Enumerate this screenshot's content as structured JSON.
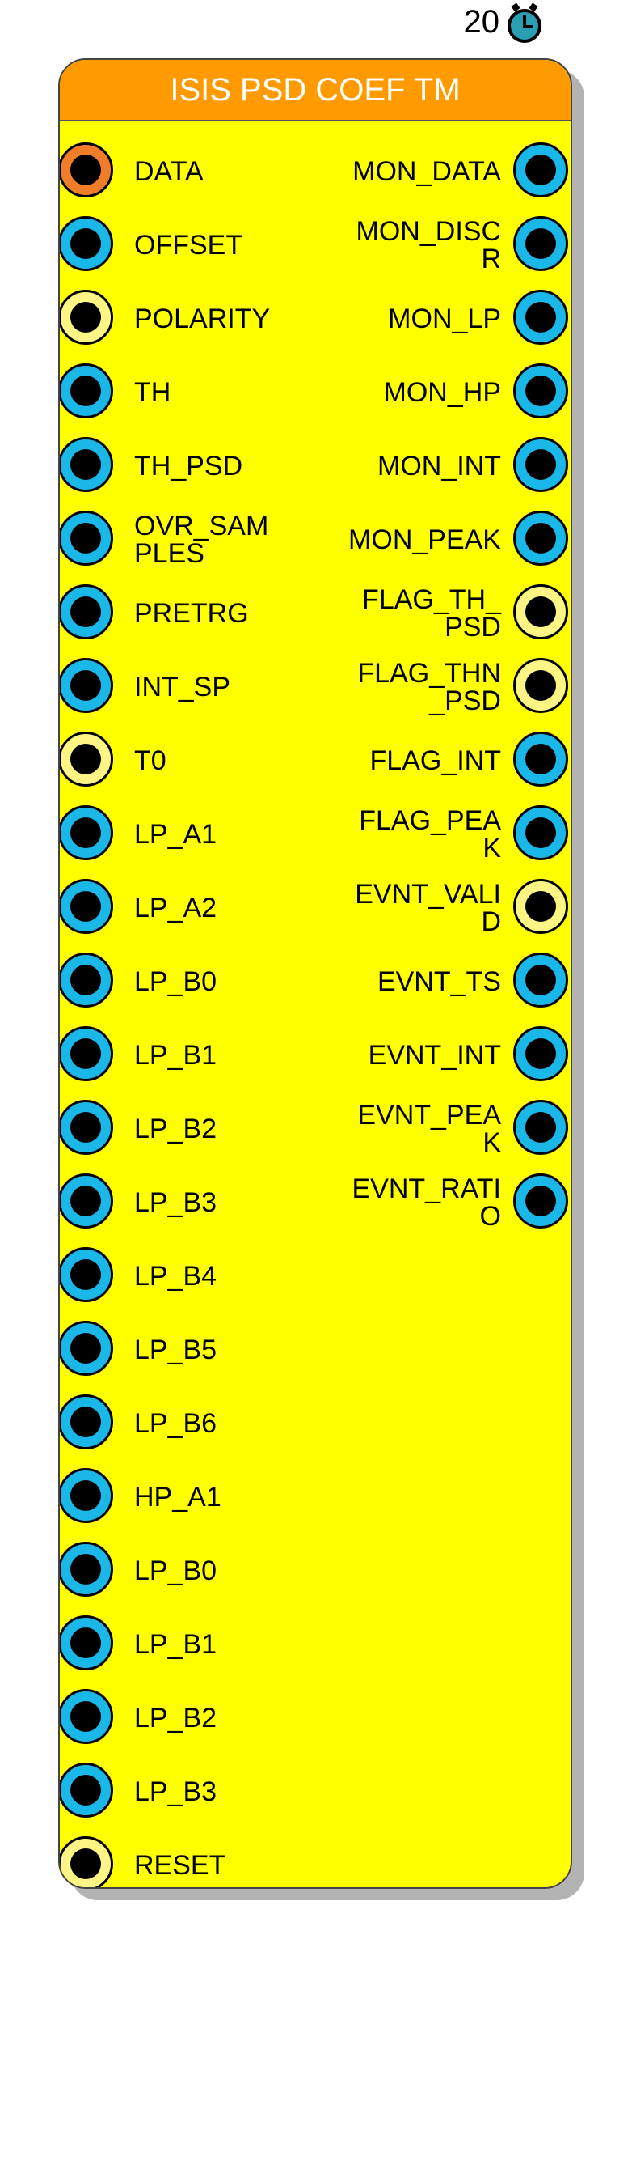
{
  "timer": {
    "value": "20",
    "icon": "timer-icon",
    "icon_color": "#2a9fb4"
  },
  "block": {
    "title": "ISIS PSD COEF TM",
    "header_color": "#ff9a00",
    "body_color": "#ffff00",
    "inputs": [
      {
        "label": "DATA",
        "color": "#f07d2a"
      },
      {
        "label": "OFFSET",
        "color": "#19b8e8"
      },
      {
        "label": "POLARITY",
        "color": "#fff584"
      },
      {
        "label": "TH",
        "color": "#19b8e8"
      },
      {
        "label": "TH_PSD",
        "color": "#19b8e8"
      },
      {
        "label": "OVR_SAM\nPLES",
        "color": "#19b8e8"
      },
      {
        "label": "PRETRG",
        "color": "#19b8e8"
      },
      {
        "label": "INT_SP",
        "color": "#19b8e8"
      },
      {
        "label": "T0",
        "color": "#fff584"
      },
      {
        "label": "LP_A1",
        "color": "#19b8e8"
      },
      {
        "label": "LP_A2",
        "color": "#19b8e8"
      },
      {
        "label": "LP_B0",
        "color": "#19b8e8"
      },
      {
        "label": "LP_B1",
        "color": "#19b8e8"
      },
      {
        "label": "LP_B2",
        "color": "#19b8e8"
      },
      {
        "label": "LP_B3",
        "color": "#19b8e8"
      },
      {
        "label": "LP_B4",
        "color": "#19b8e8"
      },
      {
        "label": "LP_B5",
        "color": "#19b8e8"
      },
      {
        "label": "LP_B6",
        "color": "#19b8e8"
      },
      {
        "label": "HP_A1",
        "color": "#19b8e8"
      },
      {
        "label": "LP_B0",
        "color": "#19b8e8"
      },
      {
        "label": "LP_B1",
        "color": "#19b8e8"
      },
      {
        "label": "LP_B2",
        "color": "#19b8e8"
      },
      {
        "label": "LP_B3",
        "color": "#19b8e8"
      },
      {
        "label": "RESET",
        "color": "#fff584"
      }
    ],
    "outputs": [
      {
        "label": "MON_DATA",
        "color": "#19b8e8"
      },
      {
        "label": "MON_DISC\nR",
        "color": "#19b8e8"
      },
      {
        "label": "MON_LP",
        "color": "#19b8e8"
      },
      {
        "label": "MON_HP",
        "color": "#19b8e8"
      },
      {
        "label": "MON_INT",
        "color": "#19b8e8"
      },
      {
        "label": "MON_PEAK",
        "color": "#19b8e8"
      },
      {
        "label": "FLAG_TH_\nPSD",
        "color": "#fff584"
      },
      {
        "label": "FLAG_THN\n_PSD",
        "color": "#fff584"
      },
      {
        "label": "FLAG_INT",
        "color": "#19b8e8"
      },
      {
        "label": "FLAG_PEA\nK",
        "color": "#19b8e8"
      },
      {
        "label": "EVNT_VALI\nD",
        "color": "#fff584"
      },
      {
        "label": "EVNT_TS",
        "color": "#19b8e8"
      },
      {
        "label": "EVNT_INT",
        "color": "#19b8e8"
      },
      {
        "label": "EVNT_PEA\nK",
        "color": "#19b8e8"
      },
      {
        "label": "EVNT_RATI\nO",
        "color": "#19b8e8"
      }
    ]
  }
}
